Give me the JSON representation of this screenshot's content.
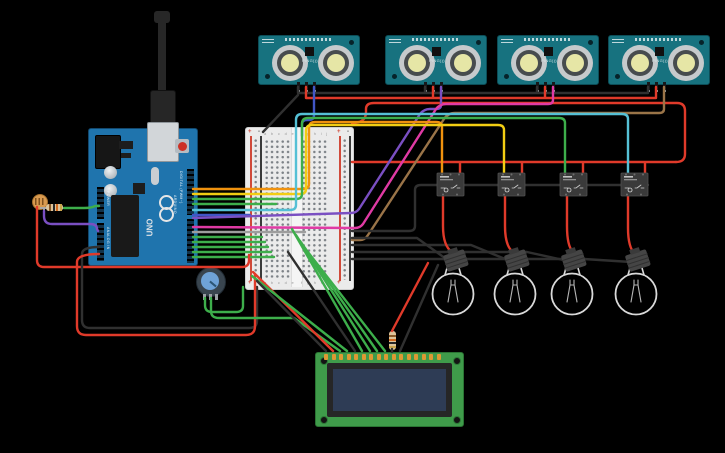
{
  "colors": {
    "black_wire": "#303030",
    "red": "#e03a2a",
    "green": "#3dae4b",
    "orange": "#f0920e",
    "yellow": "#f2cd13",
    "cyan": "#55c0d5",
    "blue": "#4156c6",
    "purple": "#7a4fc2",
    "magenta": "#e03aa4",
    "brown": "#9a7448",
    "gray": "#9d9d9d",
    "silver": "#d9d9d9",
    "filament": "#b5b5b5"
  },
  "arduino": {
    "logo_text": "ARDUINO",
    "board_label": "UNO",
    "power_label": "POWER",
    "analog_label": "ANALOG IN",
    "digital_label": "DIGITAL (PWM~)"
  },
  "sensors": [
    {
      "label": "PING)))"
    },
    {
      "label": "PING)))"
    },
    {
      "label": "PING)))"
    },
    {
      "label": "PING)))"
    }
  ],
  "breadboard": {
    "letters_left": "a b c d e",
    "letters_right": "f g h i j",
    "plus": "+",
    "minus": "-"
  }
}
